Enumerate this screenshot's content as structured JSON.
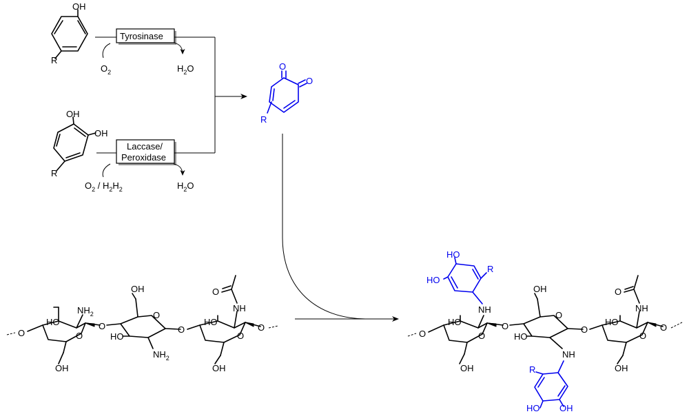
{
  "colors": {
    "black": "#000000",
    "blue": "#0000ee",
    "background": "#ffffff",
    "box_shadow": "#9a9a9a"
  },
  "enzymes": {
    "tyrosinase": "Tyrosinase",
    "laccase_line1": "Laccase/",
    "laccase_line2": "Peroxidase"
  },
  "reagents": {
    "oh": "OH",
    "r": "R",
    "o2_left": "O",
    "o2_sub": "2",
    "h2o_left": "H",
    "h2o_sub": "2",
    "h2o_right": "O",
    "slash": " / "
  },
  "quinone": {
    "o": "O",
    "r": "R"
  },
  "chitosan": {
    "nh2": "NH",
    "nh2_sub": "2",
    "ho": "HO",
    "oh": "OH",
    "o": "O",
    "nh": "NH",
    "glycosidic_o": "O"
  },
  "product": {
    "ho": "HO",
    "oh": "OH",
    "nh": "NH",
    "r": "R",
    "o": "O"
  }
}
